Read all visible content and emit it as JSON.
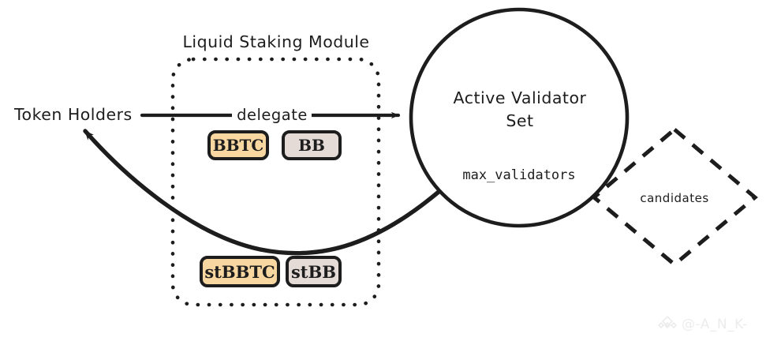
{
  "diagram": {
    "title": "Liquid Staking Module",
    "background_color": "#ffffff",
    "stroke_color": "#1d1d1d",
    "accent_orange": "#F9D7A0",
    "accent_grey": "#E4DBD6",
    "actors": {
      "token_holders": "Token Holders"
    },
    "module": {
      "label": "Liquid Staking Module",
      "border_style": "dotted",
      "tokens_top": [
        {
          "label": "BBTC",
          "color": "#F9D7A0"
        },
        {
          "label": "BB",
          "color": "#E4DBD6"
        }
      ],
      "tokens_bottom": [
        {
          "label": "stBBTC",
          "color": "#F9D7A0"
        },
        {
          "label": "stBB",
          "color": "#E4DBD6"
        }
      ]
    },
    "validator_set": {
      "title_line1": "Active Validator",
      "title_line2": "Set",
      "param": "max_validators",
      "shape": "circle"
    },
    "candidates": {
      "label": "candidates",
      "shape": "diamond",
      "border_style": "dashed"
    },
    "edges": [
      {
        "label": "delegate",
        "from": "token_holders",
        "to": "validator_set",
        "style": "solid-arrow"
      },
      {
        "label": "",
        "from": "validator_set",
        "to": "token_holders",
        "style": "curved-arrow"
      }
    ]
  },
  "watermark": {
    "handle": "@-A_N_K-",
    "logo": "diamond-logo-icon"
  }
}
